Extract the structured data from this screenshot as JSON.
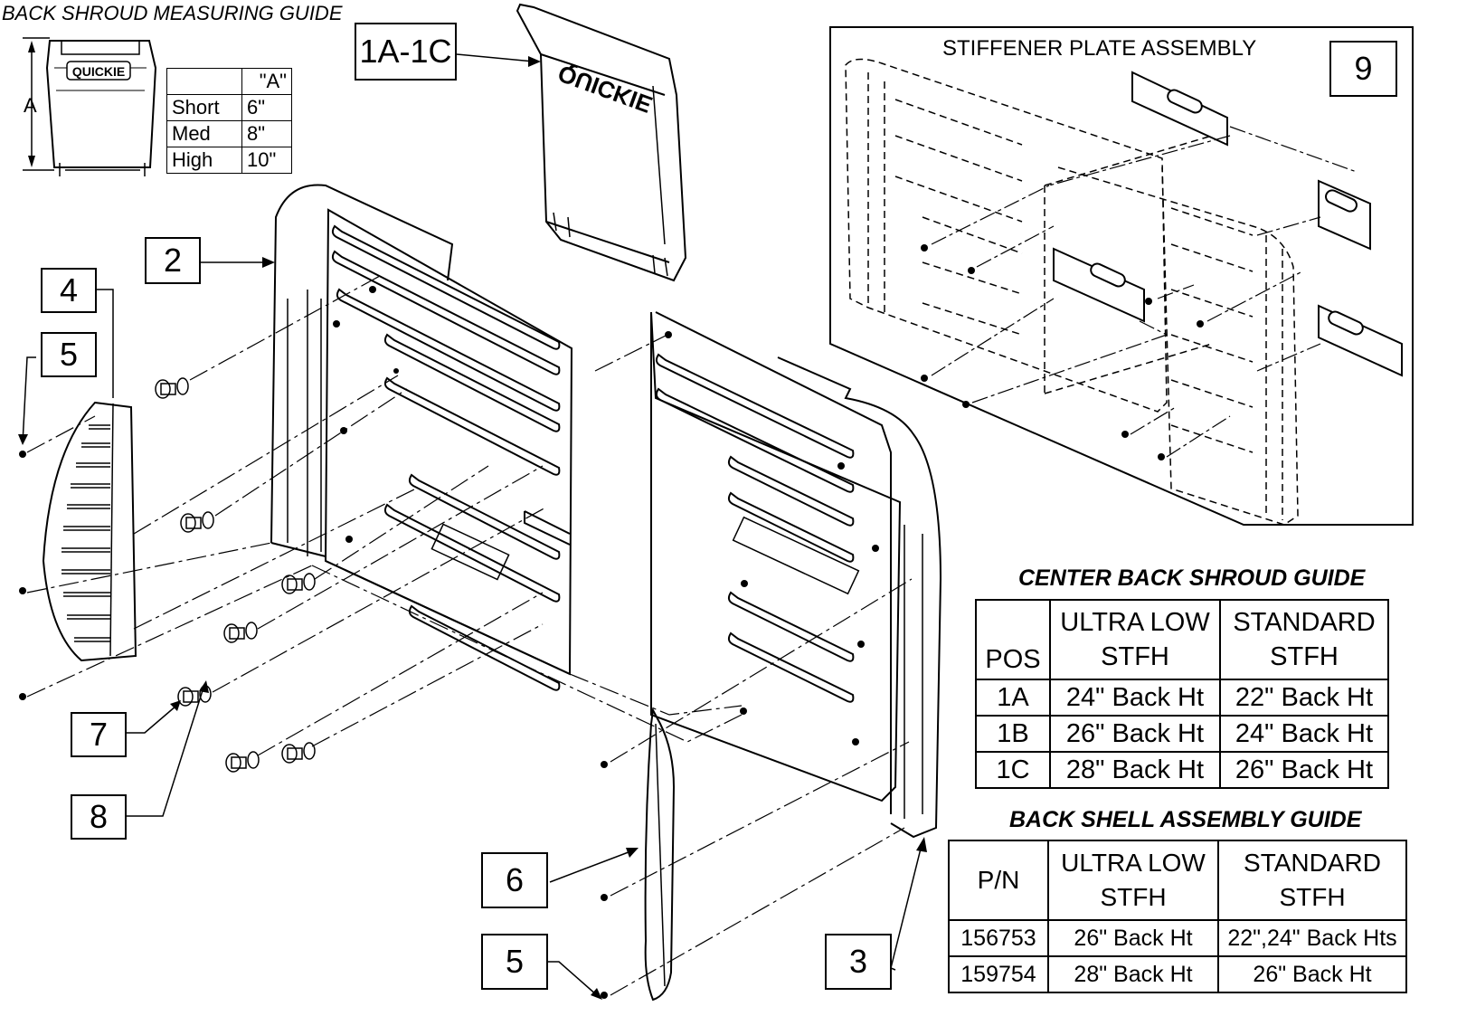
{
  "measuring_guide": {
    "title": "BACK SHROUD MEASURING GUIDE",
    "dimension_label": "A",
    "table": {
      "header": [
        "",
        "\"A\""
      ],
      "rows": [
        [
          "Short",
          "6\""
        ],
        [
          "Med",
          "8\""
        ],
        [
          "High",
          "10\""
        ]
      ]
    }
  },
  "callouts": {
    "c1a1c": "1A-1C",
    "c2": "2",
    "c3": "3",
    "c4": "4",
    "c5a": "5",
    "c5b": "5",
    "c6": "6",
    "c7": "7",
    "c8": "8",
    "c9": "9"
  },
  "stiffener": {
    "title": "STIFFENER PLATE ASSEMBLY"
  },
  "center_guide": {
    "title": "CENTER BACK SHROUD GUIDE",
    "header": [
      "POS",
      "ULTRA LOW STFH",
      "STANDARD STFH"
    ],
    "rows": [
      [
        "1A",
        "24\" Back Ht",
        "22\" Back Ht"
      ],
      [
        "1B",
        "26\" Back Ht",
        "24\" Back Ht"
      ],
      [
        "1C",
        "28\" Back Ht",
        "26\" Back Ht"
      ]
    ]
  },
  "shell_guide": {
    "title": "BACK SHELL ASSEMBLY GUIDE",
    "header": [
      "P/N",
      "ULTRA LOW STFH",
      "STANDARD STFH"
    ],
    "rows": [
      [
        "156753",
        "26\" Back Ht",
        "22\",24\" Back Hts"
      ],
      [
        "159754",
        "28\" Back Ht",
        "26\" Back Ht"
      ]
    ]
  },
  "logo_text": "QUICKIE"
}
